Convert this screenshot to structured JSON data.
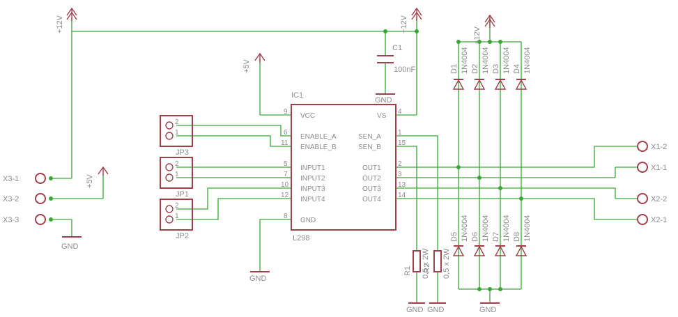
{
  "ic": {
    "ref": "IC1",
    "value": "L298",
    "left_pins": [
      {
        "num": "9",
        "name": "VCC"
      },
      {
        "num": "6",
        "name": "ENABLE_A"
      },
      {
        "num": "11",
        "name": "ENABLE_B"
      },
      {
        "num": "5",
        "name": "INPUT1"
      },
      {
        "num": "7",
        "name": "INPUT2"
      },
      {
        "num": "10",
        "name": "INPUT3"
      },
      {
        "num": "12",
        "name": "INPUT4"
      },
      {
        "num": "8",
        "name": "GND"
      }
    ],
    "right_pins": [
      {
        "num": "4",
        "name": "VS"
      },
      {
        "num": "1",
        "name": "SEN_A"
      },
      {
        "num": "15",
        "name": "SEN_B"
      },
      {
        "num": "2",
        "name": "OUT1"
      },
      {
        "num": "3",
        "name": "OUT2"
      },
      {
        "num": "13",
        "name": "OUT3"
      },
      {
        "num": "14",
        "name": "OUT4"
      }
    ]
  },
  "power": {
    "p12": "+12V",
    "p5": "+5V",
    "gnd": "GND"
  },
  "capacitor": {
    "ref": "C1",
    "value": "100nF"
  },
  "jumpers": [
    {
      "ref": "JP3",
      "pin_top": "2",
      "pin_bottom": "1"
    },
    {
      "ref": "JP1",
      "pin_top": "2",
      "pin_bottom": "1"
    },
    {
      "ref": "JP2",
      "pin_top": "2",
      "pin_bottom": "1"
    }
  ],
  "connectors_left": [
    "X3-1",
    "X3-2",
    "X3-3"
  ],
  "connectors_right": [
    "X1-2",
    "X1-1",
    "X2-2",
    "X2-1"
  ],
  "diodes_top": [
    {
      "ref": "D1",
      "value": "1N4004"
    },
    {
      "ref": "D2",
      "value": "1N4004"
    },
    {
      "ref": "D3",
      "value": "1N4004"
    },
    {
      "ref": "D4",
      "value": "1N4004"
    }
  ],
  "diodes_bottom": [
    {
      "ref": "D5",
      "value": "1N4004"
    },
    {
      "ref": "D6",
      "value": "1N4004"
    },
    {
      "ref": "D7",
      "value": "1N4004"
    },
    {
      "ref": "D8",
      "value": "1N4004"
    }
  ],
  "resistors": [
    {
      "ref": "R1",
      "value": "0,5 x 2W"
    },
    {
      "ref": "R2",
      "value": "0,5 x 2W"
    }
  ]
}
